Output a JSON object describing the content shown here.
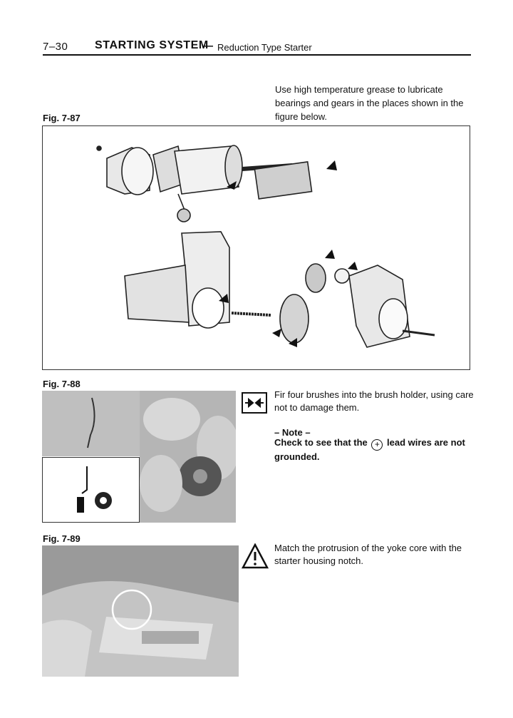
{
  "header": {
    "page_number": "7–30",
    "section_title": "STARTING SYSTEM",
    "dash": "—",
    "subtitle": "Reduction Type Starter"
  },
  "intro_text": "Use high temperature grease to lubricate bearings and gears in the places shown in the figure below.",
  "fig87": {
    "label": "Fig. 7-87"
  },
  "fig88": {
    "label": "Fig. 7-88",
    "instruction": "Fir four brushes into the brush holder, using care not to damage them.",
    "note_heading": "– Note –",
    "note_part1": "Check to see that the",
    "note_symbol": "+",
    "note_part2": "lead wires are not grounded."
  },
  "fig89": {
    "label": "Fig. 7-89",
    "instruction": "Match the protrusion of the yoke core with the starter housing notch."
  },
  "icons": [
    "tool-install-icon",
    "warning-triangle-icon"
  ]
}
